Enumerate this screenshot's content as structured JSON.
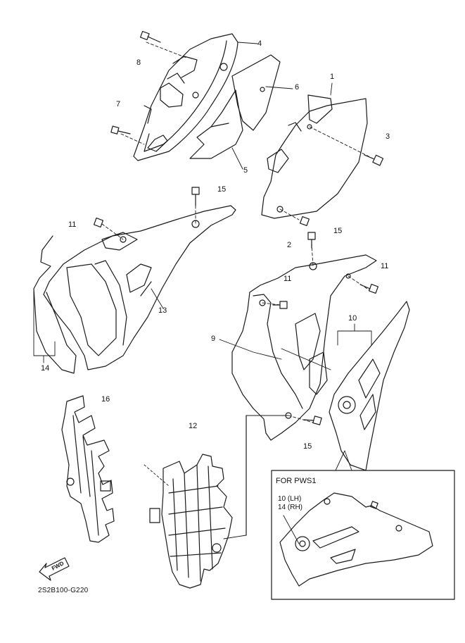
{
  "callouts": {
    "c1": "1",
    "c2": "2",
    "c3": "3",
    "c4": "4",
    "c5": "5",
    "c6": "6",
    "c7": "7",
    "c8": "8",
    "c9": "9",
    "c10": "10",
    "c11a": "11",
    "c11b": "11",
    "c11c": "11",
    "c12": "12",
    "c13": "13",
    "c14": "14",
    "c15a": "15",
    "c15b": "15",
    "c15c": "15",
    "c16": "16"
  },
  "inset": {
    "title": "FOR PWS1",
    "label_lh": "10 (LH)",
    "label_rh": "14 (RH)"
  },
  "fwd_label": "FWD",
  "diagram_code": "2S2B100-G220"
}
